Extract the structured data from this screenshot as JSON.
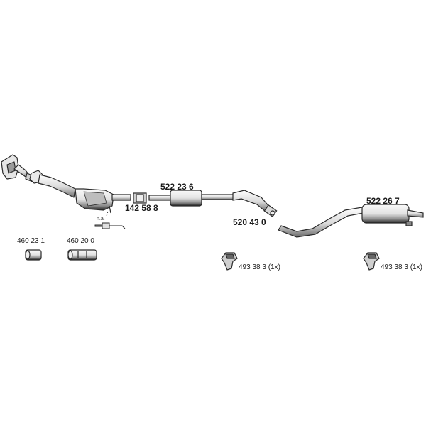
{
  "parts": [
    {
      "id": "front-pipe-catalyst",
      "number": ""
    },
    {
      "id": "connector",
      "number": "142 58 8"
    },
    {
      "id": "middle-silencer",
      "number": "522 23 6"
    },
    {
      "id": "clamp",
      "number": "520 43 0"
    },
    {
      "id": "rear-silencer",
      "number": "522 26 7"
    }
  ],
  "accessories": [
    {
      "id": "repair-pipe-short",
      "number": "460 23 1"
    },
    {
      "id": "repair-pipe-long",
      "number": "460 20 0"
    },
    {
      "id": "rubber-mount-1",
      "number": "493 38 3 (1x)"
    },
    {
      "id": "rubber-mount-2",
      "number": "493 38 3 (1x)"
    }
  ],
  "sensor_note": "n.a.",
  "colors": {
    "line": "#2a2a2a",
    "fill_light": "#f2f2f2",
    "fill_mid": "#cfcfcf",
    "fill_dark": "#555555"
  }
}
